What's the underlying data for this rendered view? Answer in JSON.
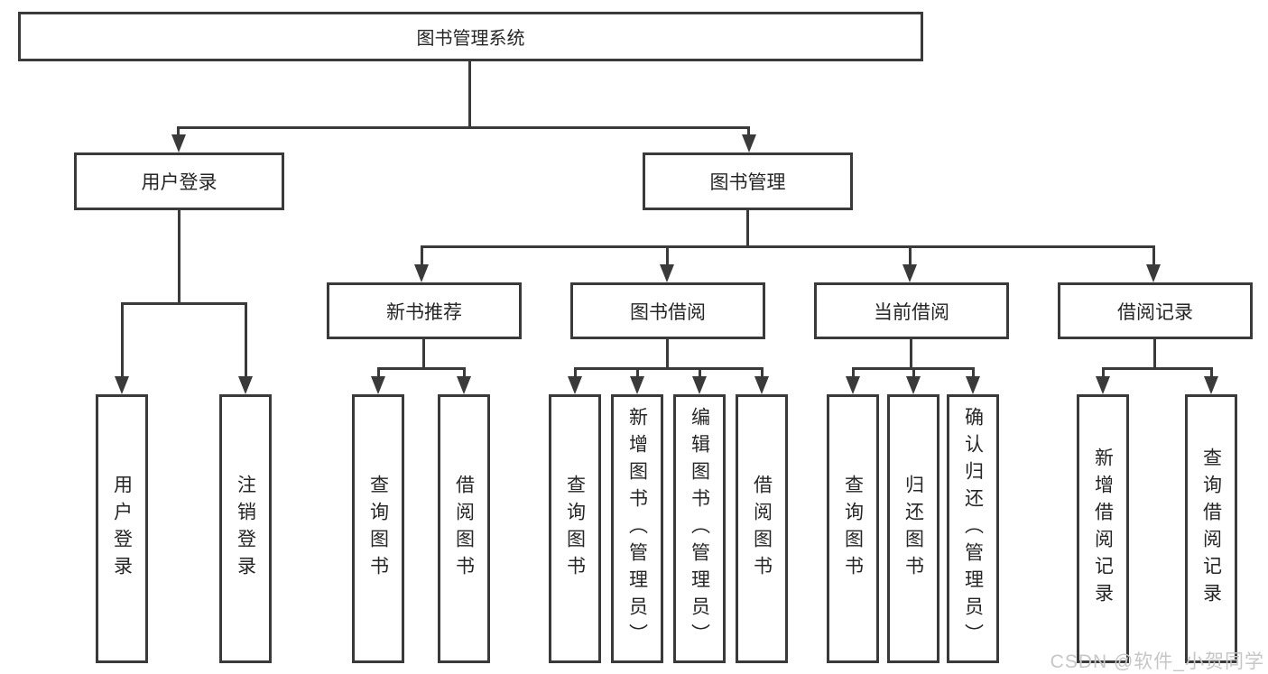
{
  "colors": {
    "line": "#3a3a3a",
    "text": "#262626",
    "watermark": "#c6c6c6",
    "background": "#ffffff"
  },
  "nodes": {
    "root": "图书管理系统",
    "level1": [
      "用户登录",
      "图书管理"
    ],
    "level2": [
      "新书推荐",
      "图书借阅",
      "当前借阅",
      "借阅记录"
    ],
    "leaves": {
      "login": [
        "用户登录",
        "注销登录"
      ],
      "recommend": [
        "查询图书",
        "借阅图书"
      ],
      "borrow": [
        "查询图书",
        "新增图书（管理员）",
        "编辑图书（管理员）",
        "借阅图书"
      ],
      "current": [
        "查询图书",
        "归还图书",
        "确认归还（管理员）"
      ],
      "record": [
        "新增借阅记录",
        "查询借阅记录"
      ]
    }
  },
  "watermark": "CSDN @软件_小贺同学"
}
